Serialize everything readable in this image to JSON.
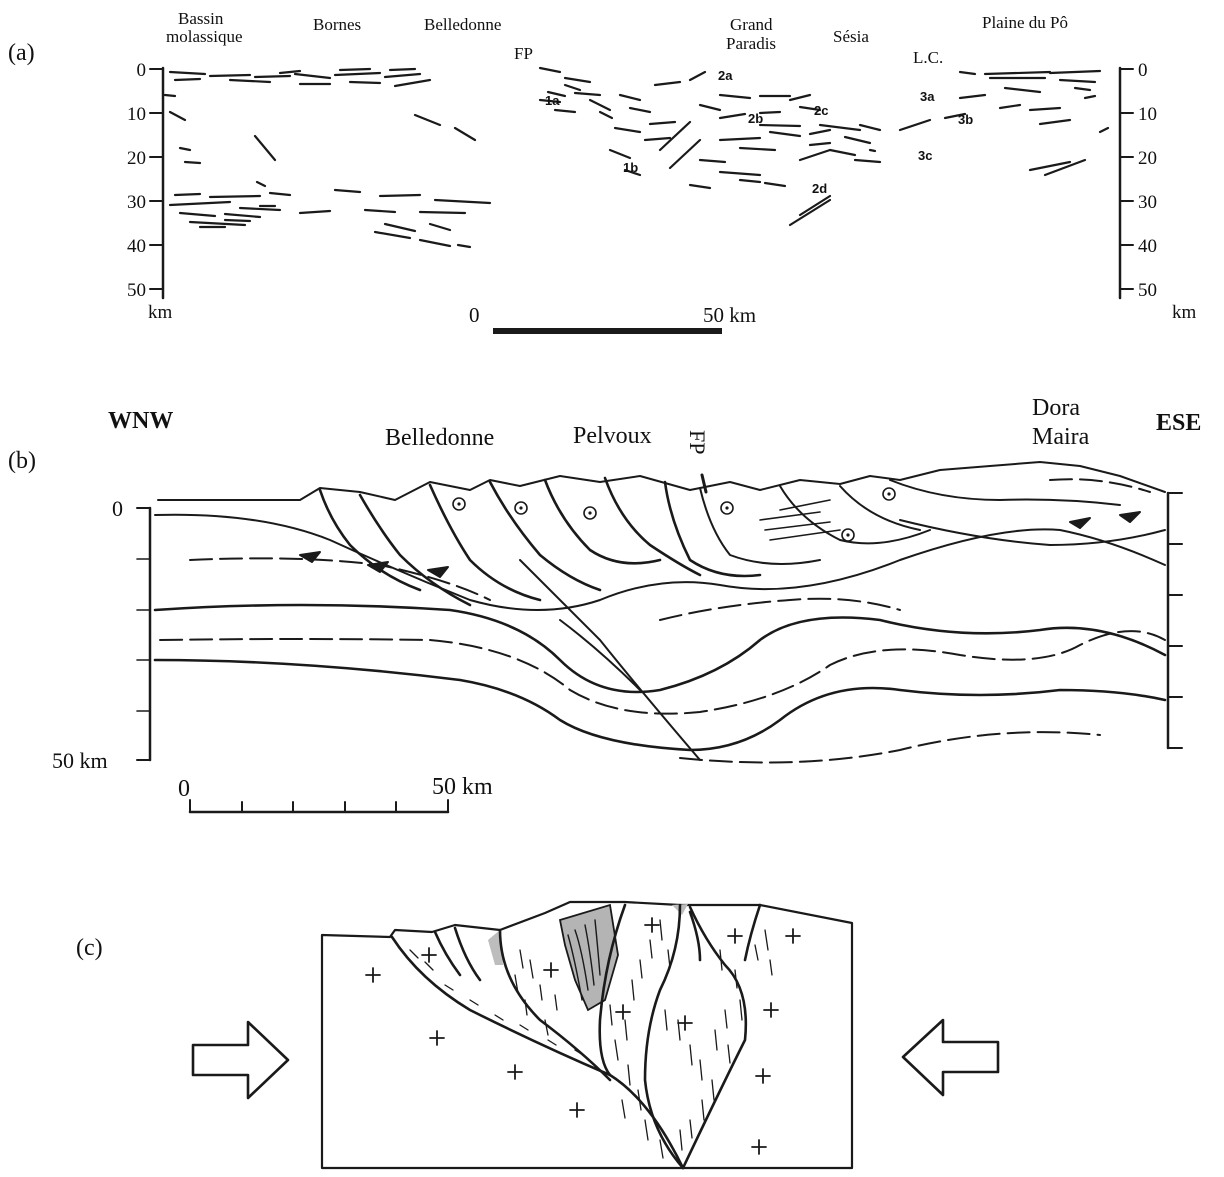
{
  "panels": {
    "a": {
      "label": "(a)",
      "places": [
        {
          "id": "bassin",
          "lines": [
            "Bassin",
            "molassique"
          ]
        },
        {
          "id": "bornes",
          "lines": [
            "Bornes"
          ]
        },
        {
          "id": "belledonne",
          "lines": [
            "Belledonne"
          ]
        },
        {
          "id": "fp",
          "lines": [
            "FP"
          ]
        },
        {
          "id": "grand-paradis",
          "lines": [
            "Grand",
            "Paradis"
          ]
        },
        {
          "id": "sesia",
          "lines": [
            "Sésia"
          ]
        },
        {
          "id": "lc",
          "lines": [
            "L.C."
          ]
        },
        {
          "id": "plaine-du-po",
          "lines": [
            "Plaine du Pô"
          ]
        }
      ],
      "depth_ticks": [
        "0",
        "10",
        "20",
        "30",
        "40",
        "50"
      ],
      "right_depth_ticks": [
        "0",
        "10",
        "20",
        "30",
        "40",
        "50"
      ],
      "unit": "km",
      "scale": {
        "start": "0",
        "end": "50 km"
      },
      "reflector_labels": [
        "1a",
        "1b",
        "2a",
        "2b",
        "2c",
        "2d",
        "3a",
        "3b",
        "3c"
      ]
    },
    "b": {
      "label": "(b)",
      "west": "WNW",
      "east": "ESE",
      "places": [
        {
          "id": "belledonne",
          "lines": [
            "Belledonne"
          ]
        },
        {
          "id": "pelvoux",
          "lines": [
            "Pelvoux"
          ]
        },
        {
          "id": "fp",
          "lines": [
            "FP"
          ]
        },
        {
          "id": "dora-maira",
          "lines": [
            "Dora",
            "Maira"
          ]
        }
      ],
      "depth_top": "0",
      "depth_bottom": "50 km",
      "scale": {
        "start": "0",
        "end": "50 km"
      }
    },
    "c": {
      "label": "(c)",
      "arrow_left": "compression-arrow-right",
      "arrow_right": "compression-arrow-left"
    }
  }
}
